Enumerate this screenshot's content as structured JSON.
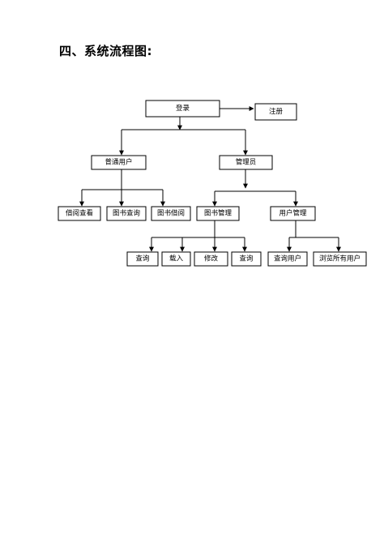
{
  "heading": "四、系统流程图:",
  "nodes": {
    "login": "登录",
    "register": "注册",
    "normal_user": "普通用户",
    "admin": "管理员",
    "borrow_view": "借阅查看",
    "book_query": "图书查询",
    "book_borrow": "图书借阅",
    "book_manage": "图书管理",
    "user_manage": "用户管理",
    "query1": "查询",
    "load": "载入",
    "modify": "修改",
    "query2": "查询",
    "query_user": "查询用户",
    "browse_users": "浏览所有用户"
  }
}
